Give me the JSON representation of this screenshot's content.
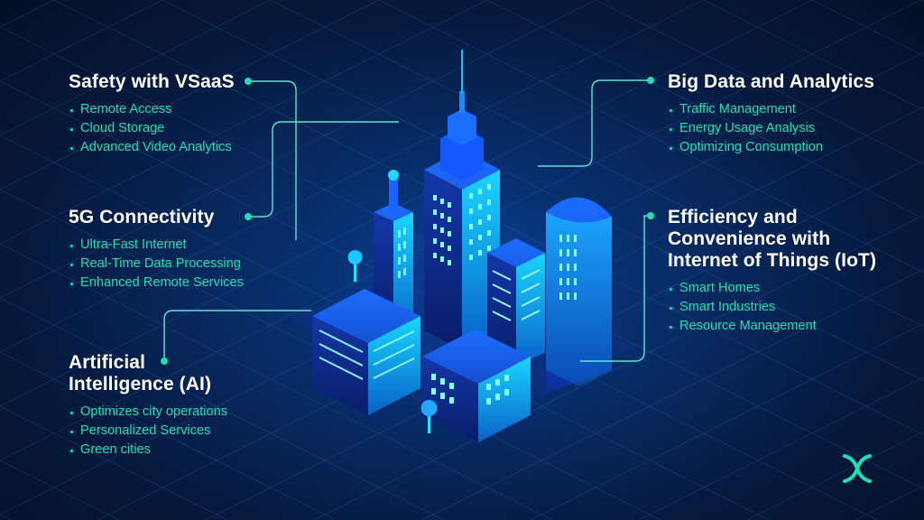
{
  "sections": {
    "vsaas": {
      "title": "Safety with VSaaS",
      "items": [
        "Remote Access",
        "Cloud Storage",
        "Advanced Video Analytics"
      ]
    },
    "g5": {
      "title": "5G Connectivity",
      "items": [
        "Ultra-Fast Internet",
        "Real-Time Data Processing",
        "Enhanced Remote Services"
      ]
    },
    "ai": {
      "title_line1": "Artificial",
      "title_line2": "Intelligence (AI)",
      "items": [
        "Optimizes city operations",
        "Personalized Services",
        "Green cities"
      ]
    },
    "bigdata": {
      "title": "Big Data and Analytics",
      "items": [
        "Traffic Management",
        "Energy Usage Analysis",
        "Optimizing Consumption"
      ]
    },
    "iot": {
      "title_line1": "Efficiency and",
      "title_line2": "Convenience with",
      "title_line3": "Internet of Things (IoT)",
      "items": [
        "Smart Homes",
        "Smart Industries",
        "Resource Management"
      ]
    }
  },
  "colors": {
    "accent": "#20e0b3",
    "background": "#061a3f",
    "building_blue": "#1a5cff",
    "building_cyan": "#1ce7ff"
  },
  "icons": {
    "logo": "brand-logo-icon",
    "connector_dot": "connector-dot-icon",
    "city": "isometric-city-illustration"
  }
}
